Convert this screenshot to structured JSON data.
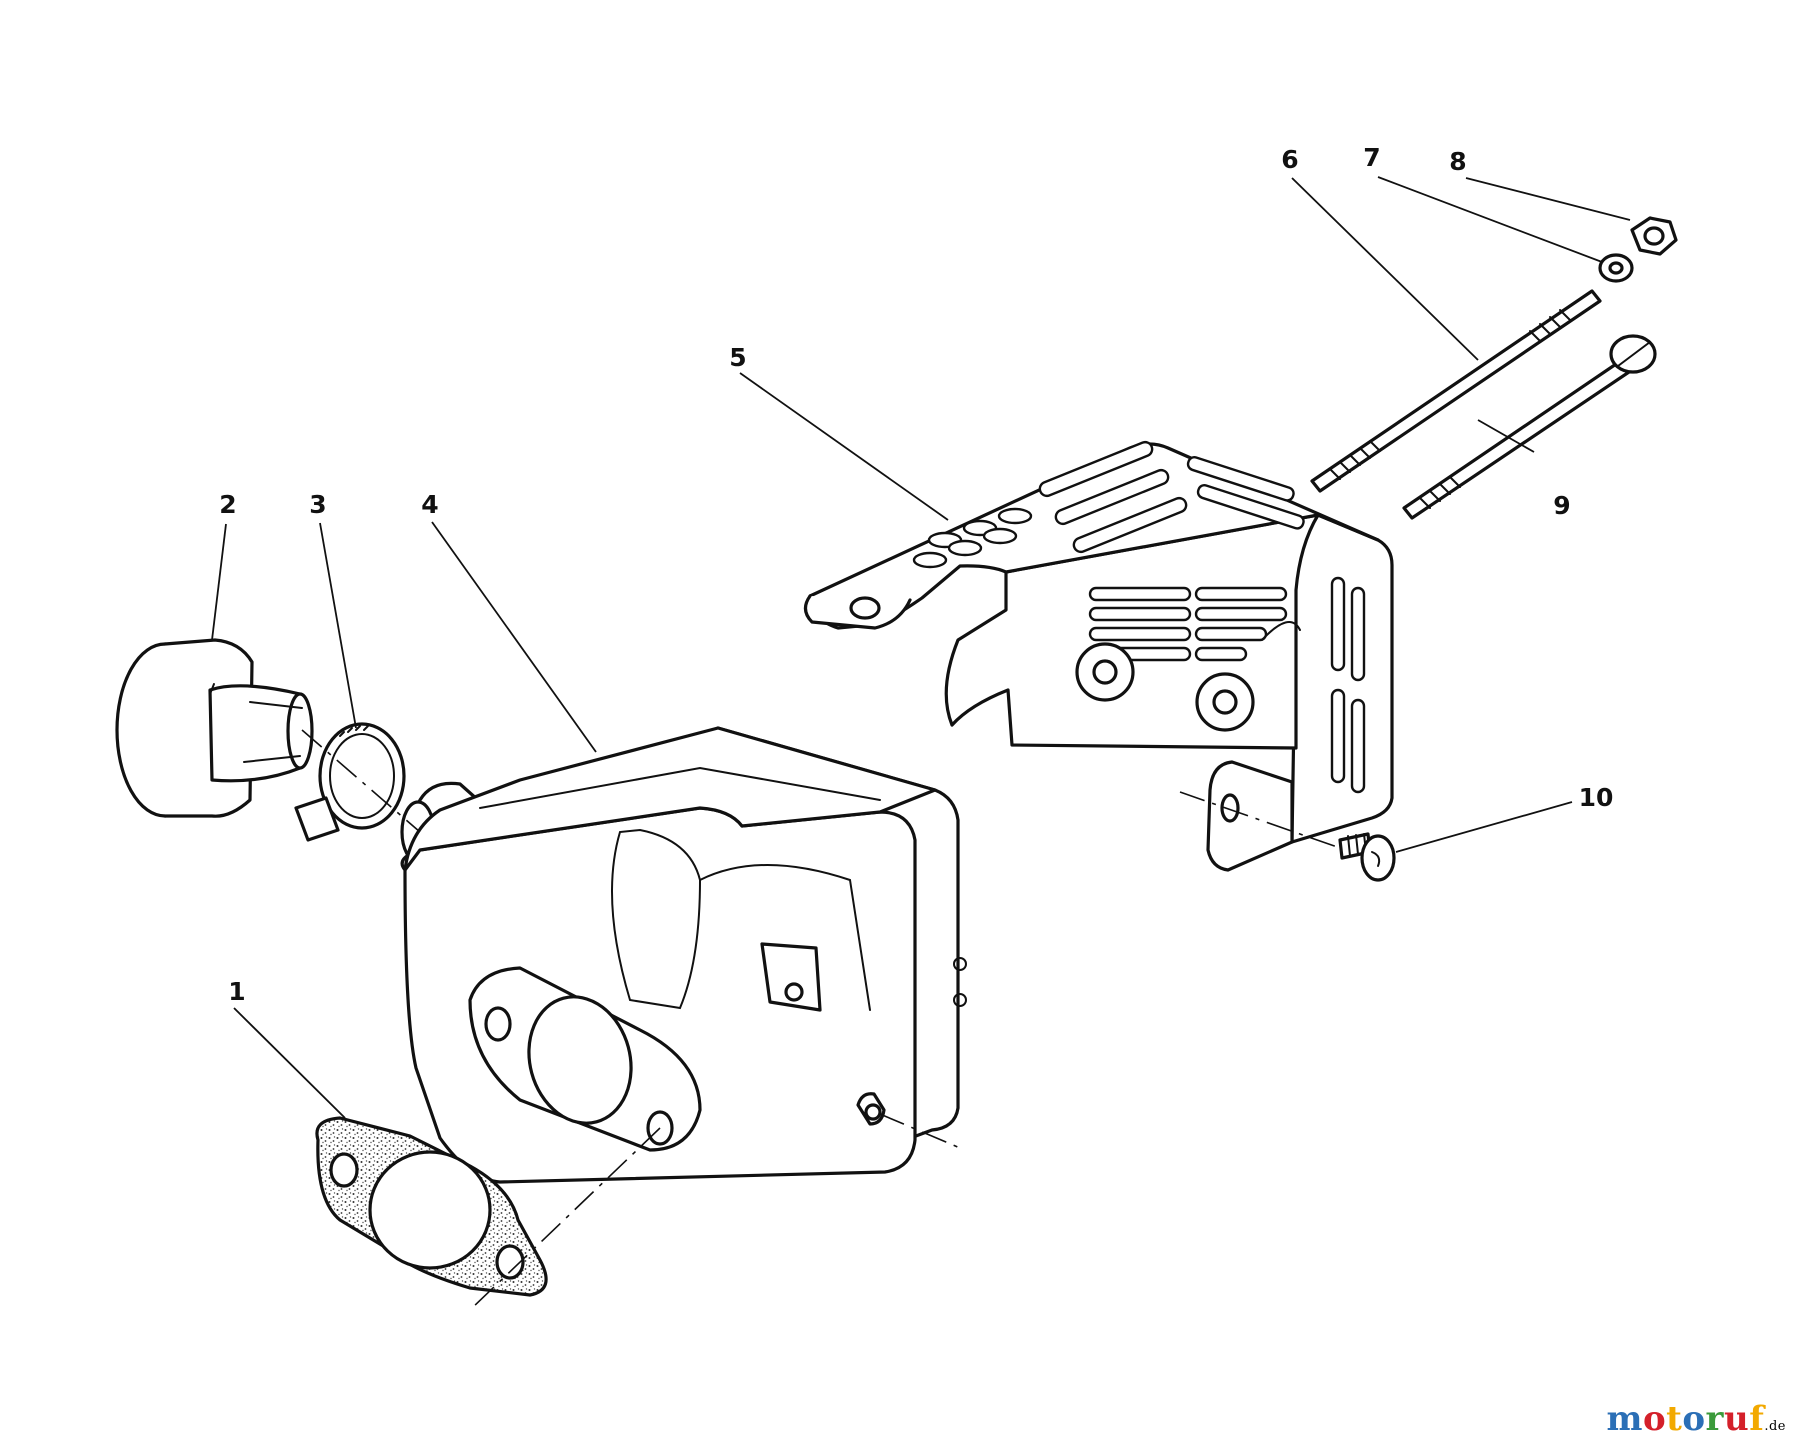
{
  "callouts": {
    "p1": "1",
    "p2": "2",
    "p3": "3",
    "p4": "4",
    "p5": "5",
    "p6": "6",
    "p7": "7",
    "p8": "8",
    "p9": "9",
    "p10": "10"
  },
  "watermark": {
    "letters": [
      "m",
      "o",
      "t",
      "o",
      "r",
      "u",
      "f"
    ],
    "suffix": ".de",
    "letter_colors": [
      "#2b6fb6",
      "#d4202a",
      "#f2a900",
      "#2b6fb6",
      "#3a9a3a",
      "#d4202a",
      "#f2a900"
    ]
  }
}
